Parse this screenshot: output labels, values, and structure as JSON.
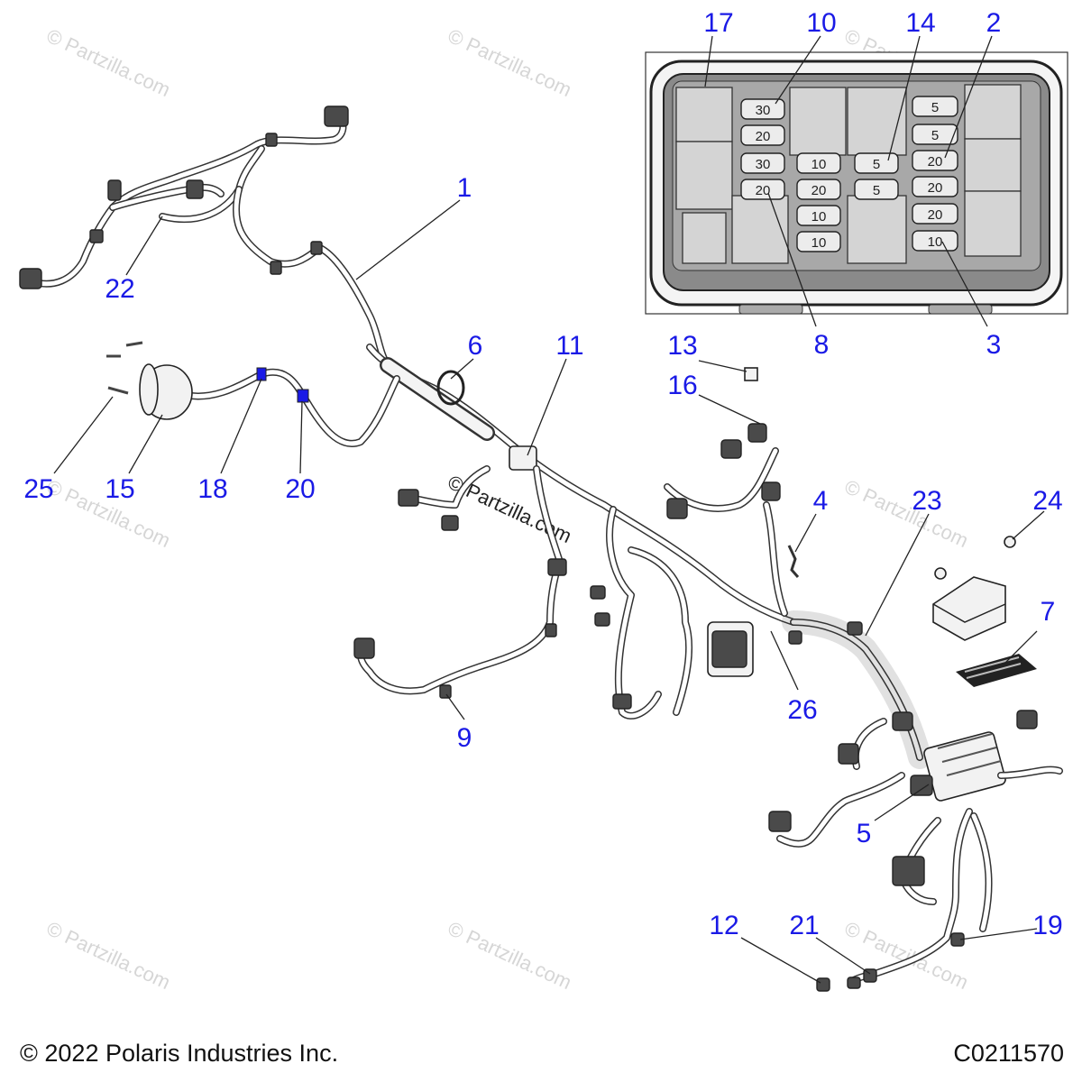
{
  "watermark": {
    "text": "© Partzilla.com",
    "center_text": "© Partzilla.com"
  },
  "callouts": [
    {
      "id": "c1",
      "label": "1"
    },
    {
      "id": "c2",
      "label": "2"
    },
    {
      "id": "c3",
      "label": "3"
    },
    {
      "id": "c4",
      "label": "4"
    },
    {
      "id": "c5",
      "label": "5"
    },
    {
      "id": "c6",
      "label": "6"
    },
    {
      "id": "c7",
      "label": "7"
    },
    {
      "id": "c8",
      "label": "8"
    },
    {
      "id": "c9",
      "label": "9"
    },
    {
      "id": "c10",
      "label": "10"
    },
    {
      "id": "c11",
      "label": "11"
    },
    {
      "id": "c12",
      "label": "12"
    },
    {
      "id": "c13",
      "label": "13"
    },
    {
      "id": "c14",
      "label": "14"
    },
    {
      "id": "c15",
      "label": "15"
    },
    {
      "id": "c16",
      "label": "16"
    },
    {
      "id": "c17",
      "label": "17"
    },
    {
      "id": "c18",
      "label": "18"
    },
    {
      "id": "c19",
      "label": "19"
    },
    {
      "id": "c20",
      "label": "20"
    },
    {
      "id": "c21",
      "label": "21"
    },
    {
      "id": "c22",
      "label": "22"
    },
    {
      "id": "c23",
      "label": "23"
    },
    {
      "id": "c24",
      "label": "24"
    },
    {
      "id": "c25",
      "label": "25"
    },
    {
      "id": "c26",
      "label": "26"
    }
  ],
  "fuse_box": {
    "left_column": [
      "30",
      "20",
      "30",
      "20"
    ],
    "middle_column": [
      "10",
      "20",
      "10",
      "10"
    ],
    "center_column": [
      "5",
      "5"
    ],
    "right_column": [
      "5",
      "5",
      "20",
      "20",
      "20",
      "10"
    ]
  },
  "footer": {
    "copyright": "© 2022 Polaris Industries Inc.",
    "code": "C0211570"
  },
  "colors": {
    "callout": "#1a1ae6",
    "line": "#222222"
  }
}
